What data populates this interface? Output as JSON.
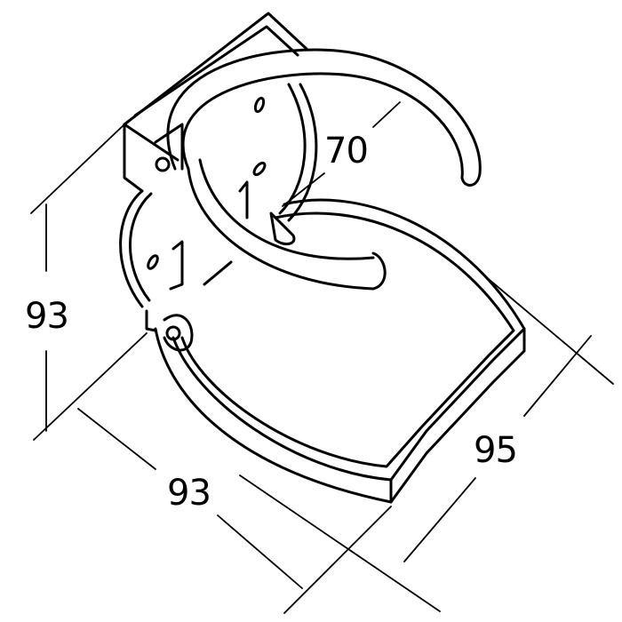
{
  "drawing": {
    "subject": "cup-holder",
    "line_color": "#000000",
    "background": "#ffffff"
  },
  "dimensions": {
    "ring_diameter": "70",
    "height": "93",
    "depth": "93",
    "width": "95"
  }
}
